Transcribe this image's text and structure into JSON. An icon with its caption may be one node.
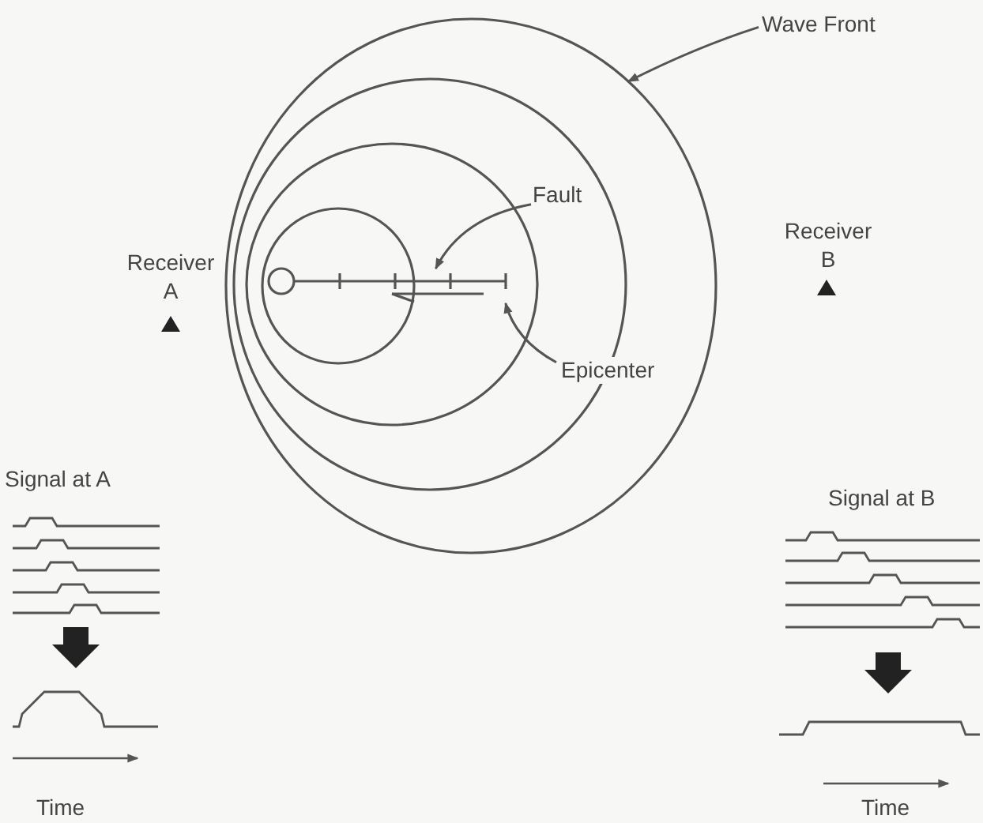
{
  "diagram": {
    "nodes": [
      {
        "text": [
          "Wave Front"
        ]
      },
      {
        "text": [],
        "shape": "circle"
      },
      {
        "text": [
          "Fault"
        ],
        "in": 1
      },
      {
        "text": [],
        "shape": "bar",
        "in": 1
      },
      {
        "text": [
          "Epicenter"
        ],
        "in": 1
      }
    ],
    "edges": [
      {
        "from": 0,
        "to": 1,
        "arrow": "to"
      },
      {
        "from": 2,
        "to": 3,
        "arrow": "to"
      },
      {
        "from": 4,
        "to": 3,
        "arrow": "to"
      }
    ],
    "labels": [
      "Receiver A",
      "Receiver B",
      "Signal at A",
      "Signal at B",
      "Time",
      "Time"
    ]
  }
}
